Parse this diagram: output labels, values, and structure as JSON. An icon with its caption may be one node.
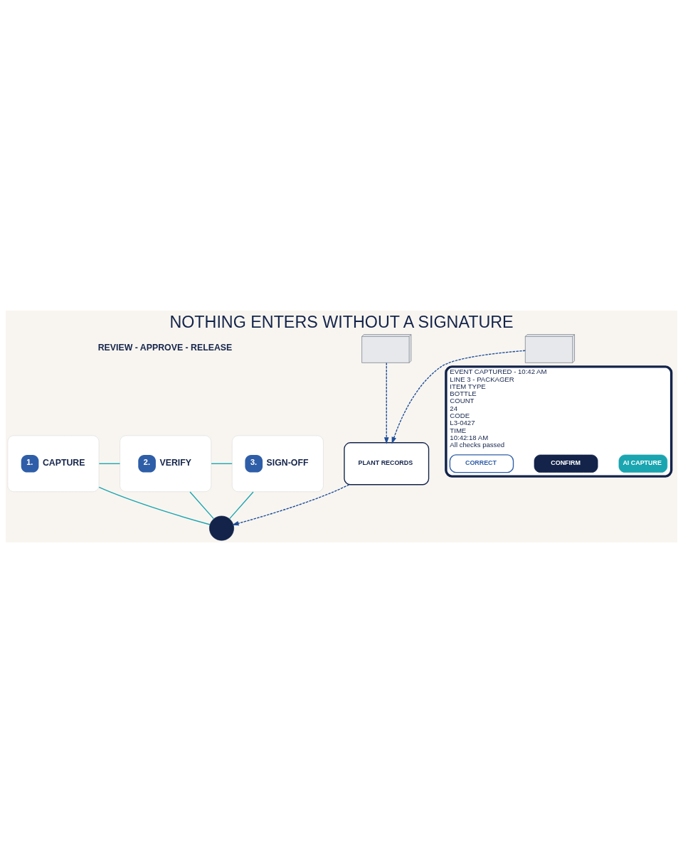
{
  "diagram": {
    "title": "NOTHING ENTERS WITHOUT A SIGNATURE",
    "nodes": [
      {
        "text": [
          "1.",
          "CAPTURE"
        ]
      },
      {
        "text": [
          "2.",
          "VERIFY"
        ]
      },
      {
        "text": [
          "3.",
          "SIGN-OFF"
        ]
      },
      {
        "text": [],
        "shape": "circle"
      },
      {
        "text": [
          "PLANT RECORDS"
        ]
      },
      {
        "text": [],
        "shape": "picture"
      },
      {
        "text": [],
        "shape": "picture"
      },
      {
        "text": [
          "EVENT CAPTURED - 10:42 AM",
          "LINE 3 - PACKAGER",
          "ITEM TYPE",
          "BOTTLE",
          "COUNT",
          "24",
          "CODE",
          "L3-0427",
          "TIME",
          "10:42:18 AM",
          "All checks passed"
        ]
      },
      {
        "text": [
          "AI CAPTURE"
        ],
        "in": 7
      },
      {
        "text": [
          "CONFIRM"
        ],
        "in": 7
      },
      {
        "text": [
          "CORRECT"
        ],
        "in": 7
      }
    ],
    "edges": [
      {
        "from": 0,
        "to": 1,
        "arrow": "none"
      },
      {
        "from": 1,
        "to": 2,
        "arrow": "none"
      },
      {
        "from": 0,
        "to": 3,
        "arrow": "none"
      },
      {
        "from": 1,
        "to": 3,
        "arrow": "none"
      },
      {
        "from": 2,
        "to": 3,
        "arrow": "none"
      },
      {
        "from": 4,
        "to": 3,
        "arrow": "to",
        "style": "dashed",
        "color": "#1f4e9a"
      },
      {
        "from": 5,
        "to": 4,
        "arrow": "to",
        "style": "dashed",
        "color": "#1f4e9a"
      },
      {
        "from": 6,
        "to": 4,
        "arrow": "to",
        "style": "dashed",
        "color": "#1f4e9a"
      }
    ],
    "labels": [
      "REVIEW - APPROVE - RELEASE"
    ]
  }
}
